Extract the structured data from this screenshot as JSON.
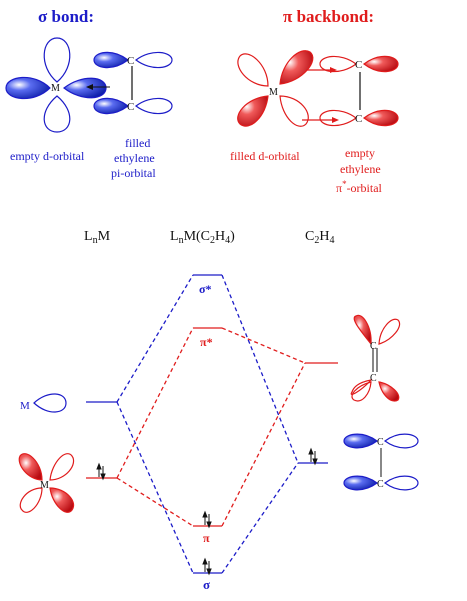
{
  "colors": {
    "blue": "#1c1cc8",
    "red": "#e01c1c",
    "blue_fill": "#1a35d8",
    "red_fill": "#e8323c",
    "ink": "#111111"
  },
  "sigma_bond": {
    "title": "σ bond:",
    "metal_label": "M",
    "carbon_top": "C",
    "carbon_bottom": "C",
    "caption_left": "empty d-orbital",
    "caption_right": [
      "filled",
      "ethylene",
      "pi-orbital"
    ]
  },
  "pi_backbond": {
    "title": "π backbond:",
    "metal_label": "M",
    "carbon_top": "C",
    "carbon_bottom": "C",
    "caption_left": "filled d-orbital",
    "caption_right_1": "empty",
    "caption_right_2": "ethylene",
    "caption_right_3_pi": "π",
    "caption_right_3_sup": "*",
    "caption_right_3_rest": "-orbital"
  },
  "mo_diagram": {
    "header_left_main": "L",
    "header_left_sub": "n",
    "header_left_end": "M",
    "header_mid_main": "L",
    "header_mid_sub": "n",
    "header_mid_m": "M(C",
    "header_mid_sub2": "2",
    "header_mid_h": "H",
    "header_mid_sub3": "4",
    "header_mid_close": ")",
    "header_right_c": "C",
    "header_right_sub": "2",
    "header_right_h": "H",
    "header_right_sub2": "4",
    "sigma_star_label": "σ*",
    "pi_star_label": "π*",
    "pi_label": "π",
    "sigma_label": "σ",
    "metal_small_label": "M",
    "metal_big_label": "M",
    "c_top_red": "C",
    "c_bottom_red": "C",
    "c_top_blue": "C",
    "c_bottom_blue": "C"
  }
}
